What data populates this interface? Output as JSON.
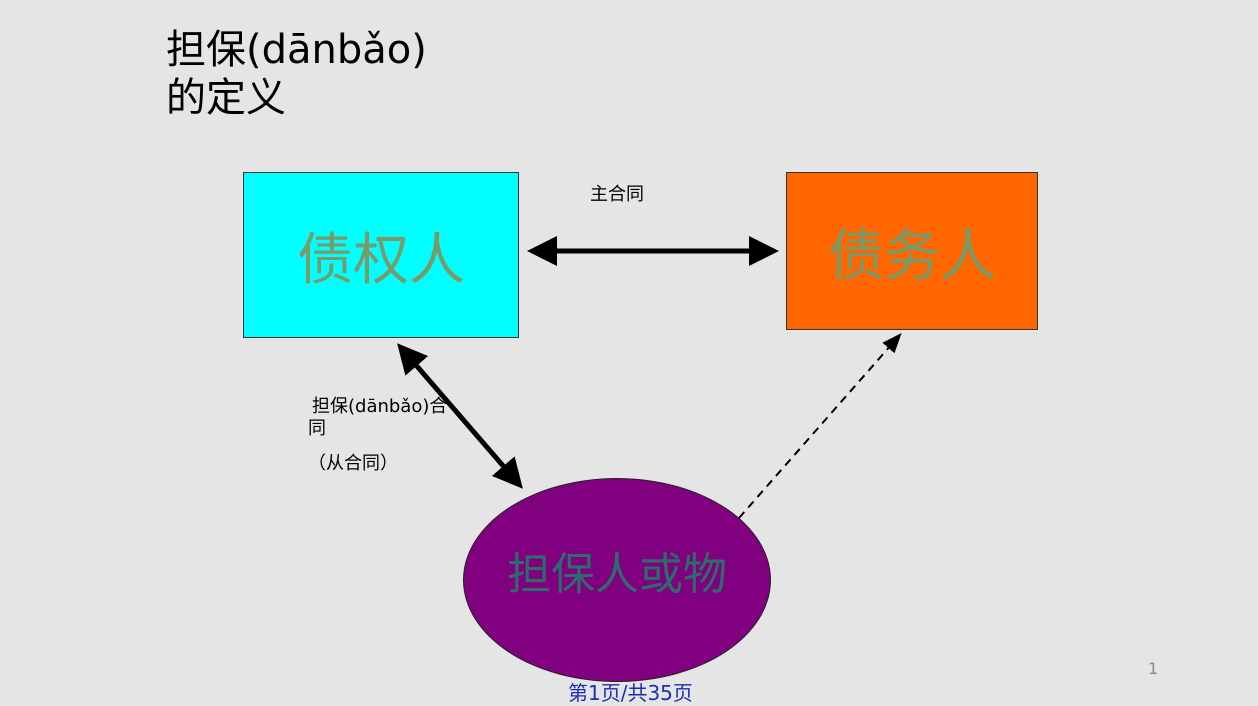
{
  "title": {
    "line1": "担保(dānbǎo)",
    "line2": "的定义"
  },
  "nodes": {
    "creditor": "债权人",
    "debtor": "债务人",
    "guarantor": "担保人或物"
  },
  "edges": {
    "main_contract": "主合同",
    "guarantee_contract_line1": "担保(dānbǎo)合",
    "guarantee_contract_line2": "同",
    "sub_contract": "（从合同）"
  },
  "colors": {
    "creditor_fill": "#00ffff",
    "debtor_fill": "#ff6600",
    "guarantor_fill": "#800080",
    "node_text": "#7a9a6a",
    "guarantor_text": "#2e6b6b"
  },
  "slide_number": "1",
  "footer": "第1页/共35页"
}
